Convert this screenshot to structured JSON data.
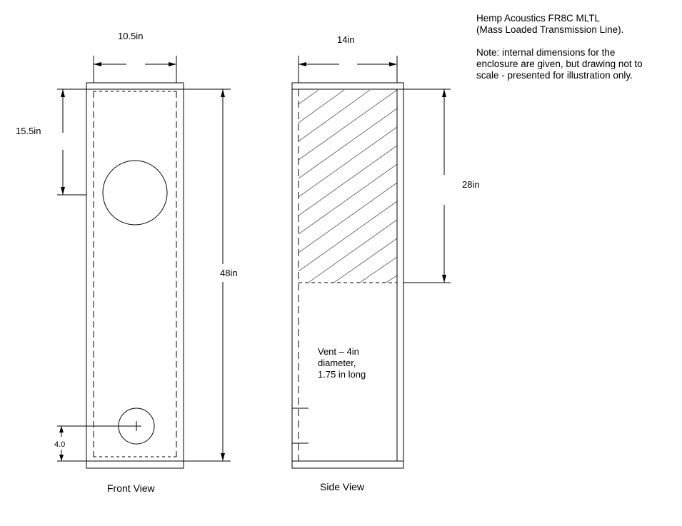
{
  "header_note": {
    "title_lines": [
      "Hemp Acoustics FR8C MLTL",
      "(Mass Loaded Transmission Line)."
    ],
    "note_lines": [
      "Note: internal dimensions for the",
      "enclosure are given, but drawing not to",
      "scale - presented for illustration only."
    ]
  },
  "front_view": {
    "caption": "Front View",
    "width_label": "10.5in",
    "height_label": "48in",
    "driver_offset_label": "15.5in",
    "port_offset_label": "4.0"
  },
  "side_view": {
    "caption": "Side View",
    "width_label": "14in",
    "fill_label": "28in",
    "vent_lines": [
      "Vent – 4in",
      "diameter,",
      "1.75 in long"
    ]
  }
}
